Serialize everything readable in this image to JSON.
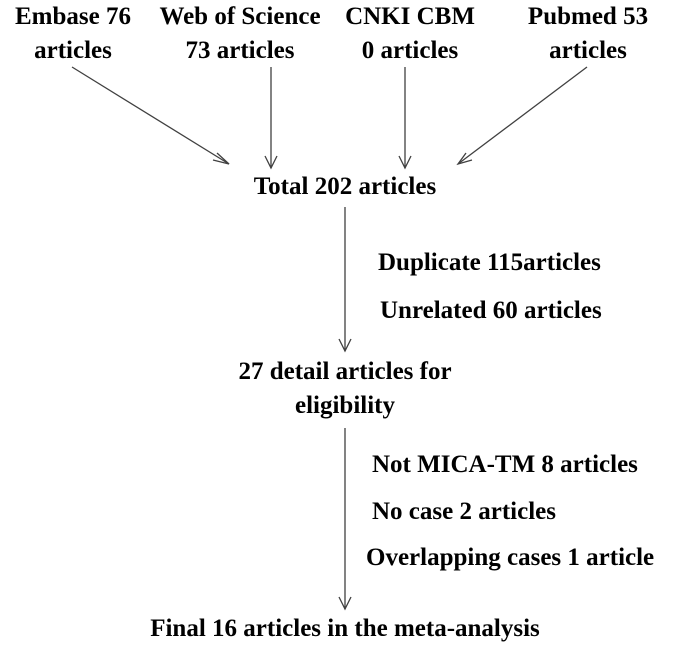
{
  "sources": [
    {
      "line1": "Embase 76",
      "line2": "articles"
    },
    {
      "line1": "Web of Science",
      "line2": "73 articles"
    },
    {
      "line1": "CNKI CBM",
      "line2": "0 articles"
    },
    {
      "line1": "Pubmed 53",
      "line2": "articles"
    }
  ],
  "total": "Total  202 articles",
  "exclusions_first": [
    "Duplicate 115articles",
    "Unrelated 60 articles"
  ],
  "detail": {
    "line1": "27 detail articles for",
    "line2": "eligibility"
  },
  "exclusions_second": [
    "Not MICA-TM 8 articles",
    "No  case 2 articles",
    "Overlapping cases 1 article"
  ],
  "final": "Final 16 articles in the meta-analysis"
}
